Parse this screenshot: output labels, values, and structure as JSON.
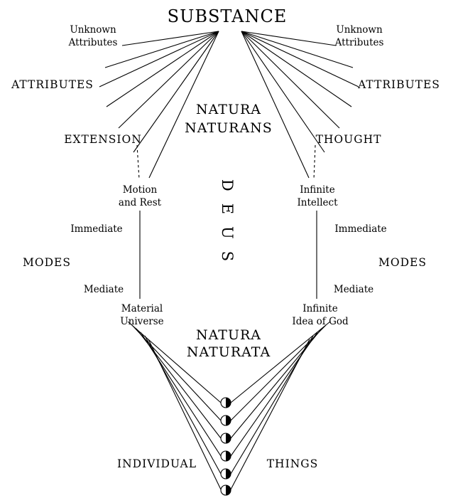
{
  "diagram": {
    "substance": "SUBSTANCE",
    "natura_naturans": {
      "line1": "NATURA",
      "line2": "NATURANS"
    },
    "natura_naturata": {
      "line1": "NATURA",
      "line2": "NATURATA"
    },
    "deus": "DEUS",
    "left": {
      "unknown": {
        "line1": "Unknown",
        "line2": "Attributes"
      },
      "attributes": "ATTRIBUTES",
      "attribute": "EXTENSION",
      "immediate_mode": {
        "line1": "Motion",
        "line2": "and Rest"
      },
      "immediate": "Immediate",
      "modes": "MODES",
      "mediate": "Mediate",
      "mediate_mode": {
        "line1": "Material",
        "line2": "Universe"
      }
    },
    "right": {
      "unknown": {
        "line1": "Unknown",
        "line2": "Attributes"
      },
      "attributes": "ATTRIBUTES",
      "attribute": "THOUGHT",
      "immediate_mode": {
        "line1": "Infinite",
        "line2": "Intellect"
      },
      "immediate": "Immediate",
      "modes": "MODES",
      "mediate": "Mediate",
      "mediate_mode": {
        "line1": "Infinite",
        "line2": "Idea of God"
      }
    },
    "bottom": {
      "individual": "INDIVIDUAL",
      "things": "THINGS"
    },
    "colors": {
      "ink": "#000000",
      "background": "#ffffff"
    }
  }
}
